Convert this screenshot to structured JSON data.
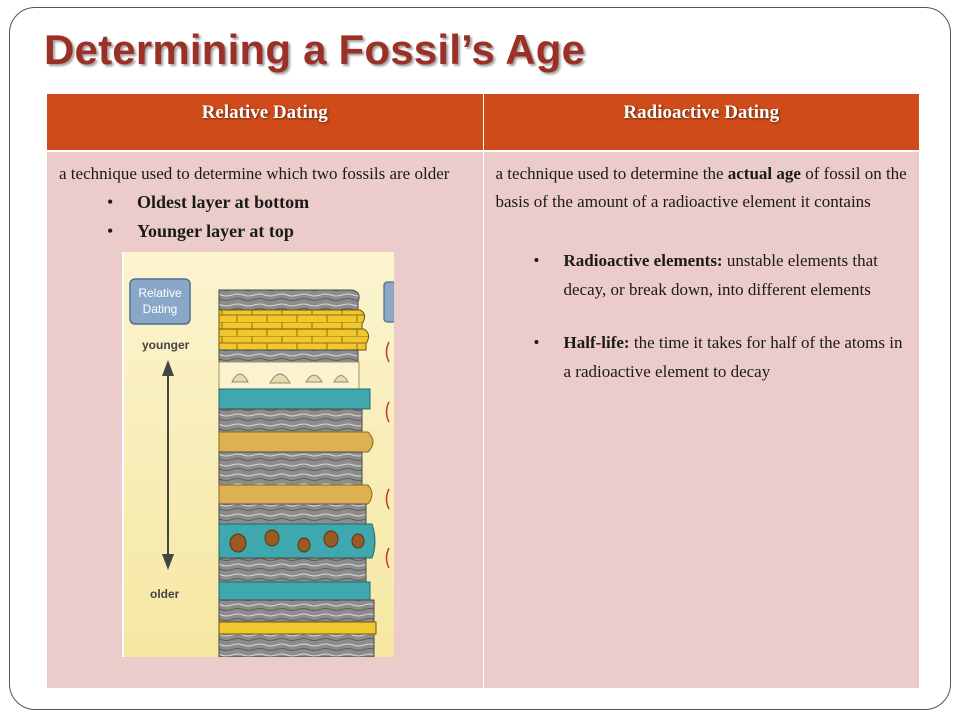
{
  "slide": {
    "title": "Determining a Fossil’s Age"
  },
  "table": {
    "headers": [
      "Relative Dating",
      "Radioactive Dating"
    ],
    "relative": {
      "description": "a technique used to determine which two fossils are older",
      "bullets": [
        "Oldest layer at bottom",
        "Younger layer at top"
      ],
      "diagram": {
        "box_label_line1": "Relative",
        "box_label_line2": "Dating",
        "top_label": "younger",
        "bottom_label": "older"
      }
    },
    "radioactive": {
      "description_part1": "a technique used to determine the ",
      "description_bold": "actual age",
      "description_part2": " of  fossil on the basis of the amount of a radioactive element it contains",
      "bullets": [
        {
          "term": "Radioactive elements:",
          "definition": "  unstable elements that decay, or break down, into different elements"
        },
        {
          "term": "Half-life:",
          "definition": "  the time it takes for half of the atoms in a radioactive element to decay"
        }
      ]
    }
  },
  "colors": {
    "title": "#9b3126",
    "header_bg": "#cf4b19",
    "body_bg": "#eccbcb",
    "diagram_bg": "#f6e7a2",
    "yellow_layer": "#f0c82e",
    "teal_layer": "#3fa8ae",
    "gray_layer": "#8c8c8c",
    "tan_layer": "#ddb152"
  }
}
